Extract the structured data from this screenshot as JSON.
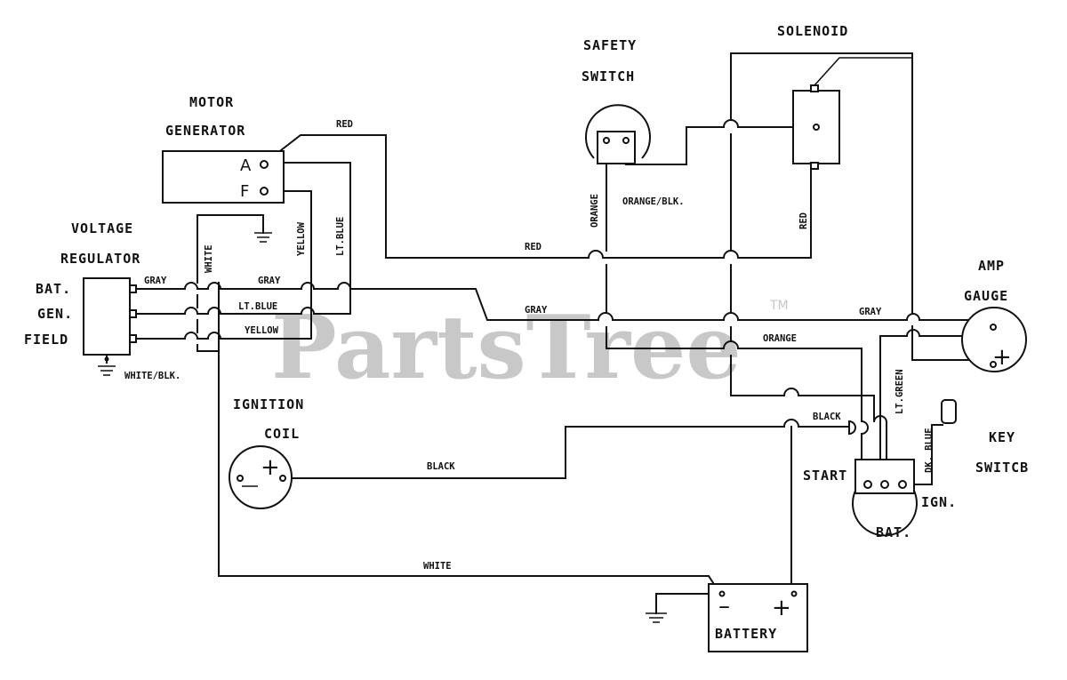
{
  "components": {
    "motor_generator": {
      "title_line1": "MOTOR",
      "title_line2": "GENERATOR",
      "terminal_a": "A",
      "terminal_f": "F"
    },
    "voltage_regulator": {
      "title_line1": "VOLTAGE",
      "title_line2": "REGULATOR",
      "bat": "BAT.",
      "gen": "GEN.",
      "field": "FIELD"
    },
    "safety_switch": {
      "title_line1": "SAFETY",
      "title_line2": "SWITCH"
    },
    "solenoid": {
      "title": "SOLENOID"
    },
    "amp_gauge": {
      "title_line1": "AMP",
      "title_line2": "GAUGE"
    },
    "ignition_coil": {
      "title_line1": "IGNITION",
      "title_line2": "COIL"
    },
    "key_switch": {
      "title_line1": "KEY",
      "title_line2": "SWITCB",
      "start": "START",
      "ign": "IGN.",
      "bat": "BAT."
    },
    "battery": {
      "title": "BATTERY",
      "minus": "–",
      "plus": "+"
    }
  },
  "wires": {
    "red_top": "RED",
    "red_mid": "RED",
    "red_solenoid": "RED",
    "gray_reg": "GRAY",
    "gray_top": "GRAY",
    "gray_mid": "GRAY",
    "gray_right": "GRAY",
    "white_reg": "WHITE",
    "white_bottom": "WHITE",
    "white_blk": "WHITE/BLK.",
    "yellow_v": "YELLOW",
    "yellow_h": "YELLOW",
    "lt_blue_v": "LT.BLUE",
    "lt_blue_h": "LT.BLUE",
    "orange_v": "ORANGE",
    "orange_blk": "ORANGE/BLK.",
    "orange_h": "ORANGE",
    "black_coil": "BLACK",
    "black_key": "BLACK",
    "lt_green": "LT.GREEN",
    "dk_blue": "DK. BLUE"
  },
  "watermark": {
    "text": "PartsTree",
    "tm": "TM"
  }
}
